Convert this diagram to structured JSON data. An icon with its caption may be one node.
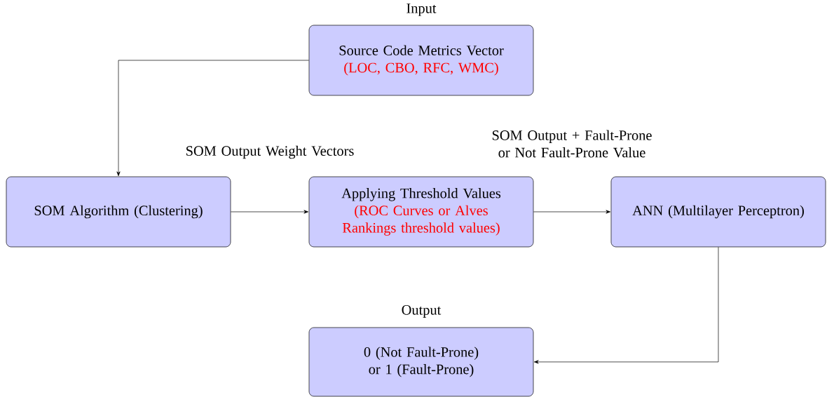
{
  "diagram": {
    "nodes": [
      {
        "text": [
          "Input",
          "Source Code Metrics Vector",
          "(LOC, CBO, RFC, WMC)"
        ]
      },
      {
        "text": [
          "SOM Algorithm (Clustering)"
        ]
      },
      {
        "text": [
          "Applying Threshold Values",
          "(ROC Curves or Alves Rankings threshold values)"
        ]
      },
      {
        "text": [
          "ANN (Multilayer Perceptron)"
        ]
      },
      {
        "text": [
          "Output",
          "0 (Not Fault-Prone) or 1 (Fault-Prone)"
        ]
      }
    ],
    "edges": [
      {
        "from": 0,
        "to": 1,
        "arrow": "to"
      },
      {
        "from": 1,
        "to": 2,
        "arrow": "to",
        "label": "SOM Output Weight Vectors"
      },
      {
        "from": 2,
        "to": 3,
        "arrow": "to",
        "label": "SOM Output + Fault-Prone or Not Fault-Prone Value"
      },
      {
        "from": 3,
        "to": 4,
        "arrow": "to"
      }
    ]
  }
}
